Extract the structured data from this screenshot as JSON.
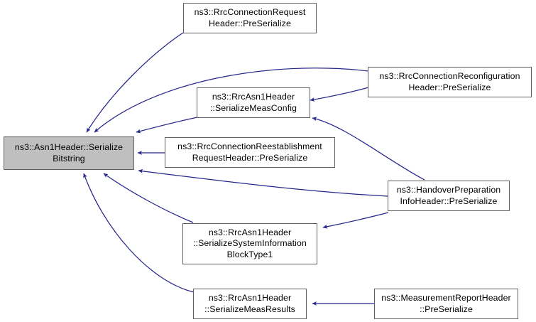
{
  "graph": {
    "title": "Call graph for ns3::Asn1Header::SerializeBitstring",
    "edge_color": "#26268c",
    "node_border_color": "#606060",
    "node_fill_color": "#ffffff",
    "highlight_fill_color": "#bfbfbf",
    "background_color": "#ffffff",
    "direction": "callers-to-callee"
  },
  "nodes": [
    {
      "id": "serialize-bitstring",
      "label": "ns3::Asn1Header::Serialize\nBitstring",
      "lines": [
        "ns3::Asn1Header::Serialize",
        "Bitstring"
      ],
      "highlighted": true
    },
    {
      "id": "rrc-connection-request-header",
      "label": "ns3::RrcConnectionRequest\nHeader::PreSerialize",
      "lines": [
        "ns3::RrcConnectionRequest",
        "Header::PreSerialize"
      ],
      "highlighted": false
    },
    {
      "id": "rrc-connection-reconfiguration-header",
      "label": "ns3::RrcConnectionReconfiguration\nHeader::PreSerialize",
      "lines": [
        "ns3::RrcConnectionReconfiguration",
        "Header::PreSerialize"
      ],
      "highlighted": false
    },
    {
      "id": "serialize-meas-config",
      "label": "ns3::RrcAsn1Header\n::SerializeMeasConfig",
      "lines": [
        "ns3::RrcAsn1Header",
        "::SerializeMeasConfig"
      ],
      "highlighted": false
    },
    {
      "id": "rrc-connection-reestablishment-request-header",
      "label": "ns3::RrcConnectionReestablishment\nRequestHeader::PreSerialize",
      "lines": [
        "ns3::RrcConnectionReestablishment",
        "RequestHeader::PreSerialize"
      ],
      "highlighted": false
    },
    {
      "id": "handover-preparation-info-header",
      "label": "ns3::HandoverPreparation\nInfoHeader::PreSerialize",
      "lines": [
        "ns3::HandoverPreparation",
        "InfoHeader::PreSerialize"
      ],
      "highlighted": false
    },
    {
      "id": "serialize-system-information-block-type1",
      "label": "ns3::RrcAsn1Header\n::SerializeSystemInformation\nBlockType1",
      "lines": [
        "ns3::RrcAsn1Header",
        "::SerializeSystemInformation",
        "BlockType1"
      ],
      "highlighted": false
    },
    {
      "id": "serialize-meas-results",
      "label": "ns3::RrcAsn1Header\n::SerializeMeasResults",
      "lines": [
        "ns3::RrcAsn1Header",
        "::SerializeMeasResults"
      ],
      "highlighted": false
    },
    {
      "id": "measurement-report-header",
      "label": "ns3::MeasurementReportHeader\n::PreSerialize",
      "lines": [
        "ns3::MeasurementReportHeader",
        "::PreSerialize"
      ],
      "highlighted": false
    }
  ],
  "edges": [
    {
      "from": "rrc-connection-request-header",
      "to": "serialize-bitstring"
    },
    {
      "from": "rrc-connection-reconfiguration-header",
      "to": "serialize-bitstring"
    },
    {
      "from": "rrc-connection-reconfiguration-header",
      "to": "serialize-meas-config"
    },
    {
      "from": "serialize-meas-config",
      "to": "serialize-bitstring"
    },
    {
      "from": "rrc-connection-reestablishment-request-header",
      "to": "serialize-bitstring"
    },
    {
      "from": "handover-preparation-info-header",
      "to": "serialize-bitstring"
    },
    {
      "from": "handover-preparation-info-header",
      "to": "serialize-meas-config"
    },
    {
      "from": "handover-preparation-info-header",
      "to": "serialize-system-information-block-type1"
    },
    {
      "from": "serialize-system-information-block-type1",
      "to": "serialize-bitstring"
    },
    {
      "from": "serialize-meas-results",
      "to": "serialize-bitstring"
    },
    {
      "from": "measurement-report-header",
      "to": "serialize-meas-results"
    }
  ]
}
